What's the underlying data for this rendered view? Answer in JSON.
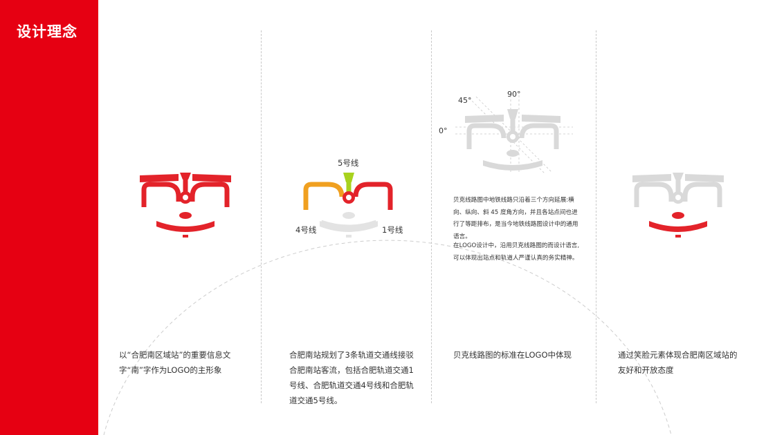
{
  "page": {
    "title": "设计理念"
  },
  "colors": {
    "brand_red": "#e60012",
    "logo_red": "#e3232a",
    "line1": "#e3232a",
    "line4": "#f0a020",
    "line5": "#a8d21e",
    "muted_gray": "#d9d9d9"
  },
  "columns": [
    {
      "caption": "以“合肥南区域站”的重要信息文字“南”字作为LOGO的主形象"
    },
    {
      "caption": "合肥南站规划了3条轨道交通线接驳合肥南站客流，包括合肥轨道交通1号线、合肥轨道交通4号线和合肥轨道交通5号线。",
      "labels": {
        "line5": "5号线",
        "line4": "4号线",
        "line1": "1号线"
      }
    },
    {
      "caption": "贝克线路图的标准在LOGO中体现",
      "angles": {
        "a90": "90°",
        "a45": "45°",
        "a0": "0°"
      },
      "paragraph1": "贝克线路图中地铁线路只沿着三个方向延展:横向、纵向、斜 45 度角方向，并且各站点间也进行了等距排布，是当今地铁线路图设计中的通用语言。",
      "paragraph2": "在LOGO设计中，沿用贝克线路图的而设计语言,可以体现出站点和轨道人严谨认真的务实精神。"
    },
    {
      "caption": "通过笑脸元素体现合肥南区域站的友好和开放态度"
    }
  ]
}
